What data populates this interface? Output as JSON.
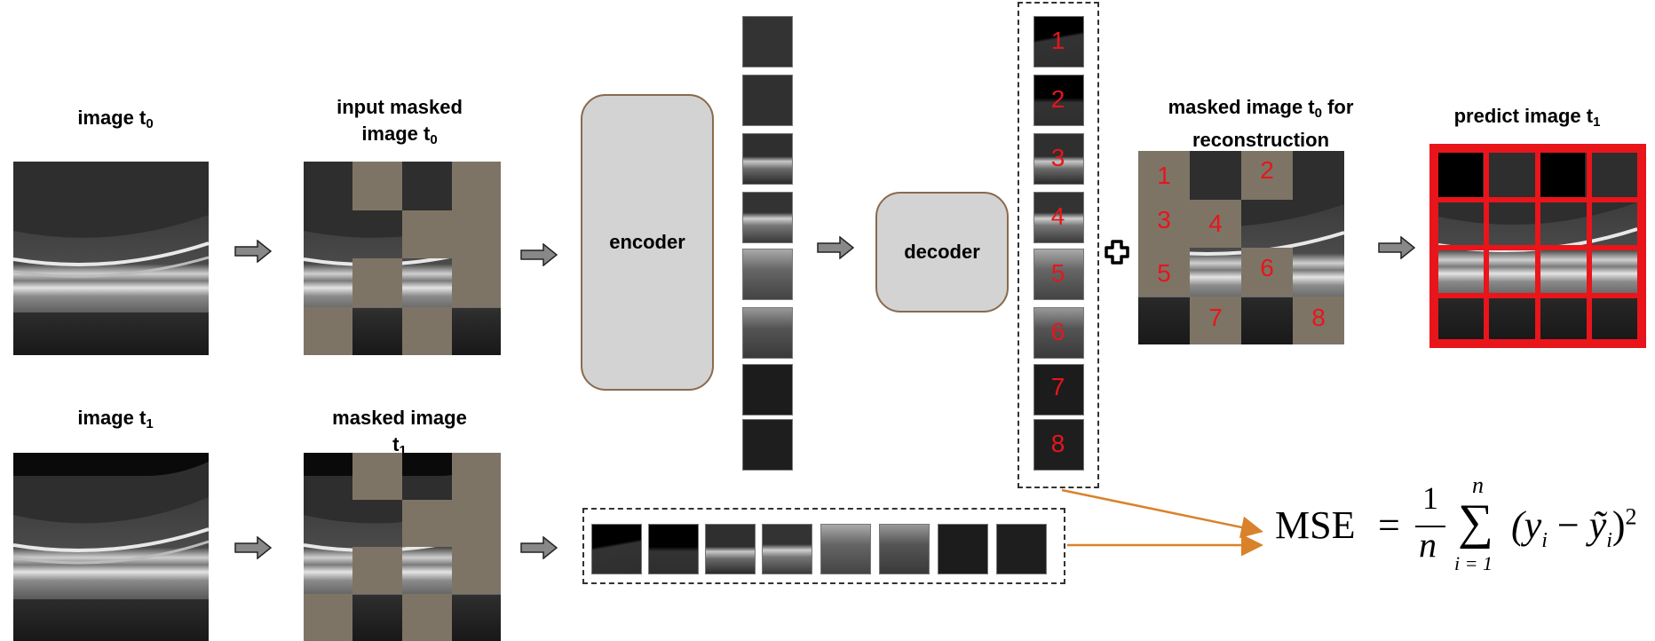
{
  "labels": {
    "image_t0": {
      "text": "image t",
      "sub": "0"
    },
    "input_masked": {
      "line1": "input masked",
      "line2": "image t",
      "sub": "0"
    },
    "image_t1": {
      "text": "image t",
      "sub": "1"
    },
    "masked_t1": {
      "line1": "masked image",
      "line2": "t",
      "sub": "1"
    },
    "masked_recon": {
      "line1": "masked image t",
      "sub": "0",
      "line1b": " for",
      "line2": "reconstruction"
    },
    "predict": {
      "text": "predict image t",
      "sub": "1"
    }
  },
  "encoder_label": "encoder",
  "decoder_label": "decoder",
  "patch_numbers": [
    "1",
    "2",
    "3",
    "4",
    "5",
    "6",
    "7",
    "8"
  ],
  "recon_numbers": [
    "1",
    "2",
    "3",
    "4",
    "5",
    "6",
    "7",
    "8"
  ],
  "formula": {
    "lhs": "MSE",
    "eq": "=",
    "frac_num": "1",
    "frac_den": "n",
    "sum_top": "n",
    "sum_bottom": "i = 1",
    "term": "(y",
    "sub_i": "i",
    "minus": "−",
    "yt": "ỹ",
    "close": ")",
    "power": "2"
  },
  "colors": {
    "mask": "#7e7466",
    "red": "#e8151b",
    "arrow_orange": "#d9822b",
    "box_fill": "#d3d3d3"
  },
  "icons": [
    "right-arrow-icon",
    "plus-icon"
  ]
}
